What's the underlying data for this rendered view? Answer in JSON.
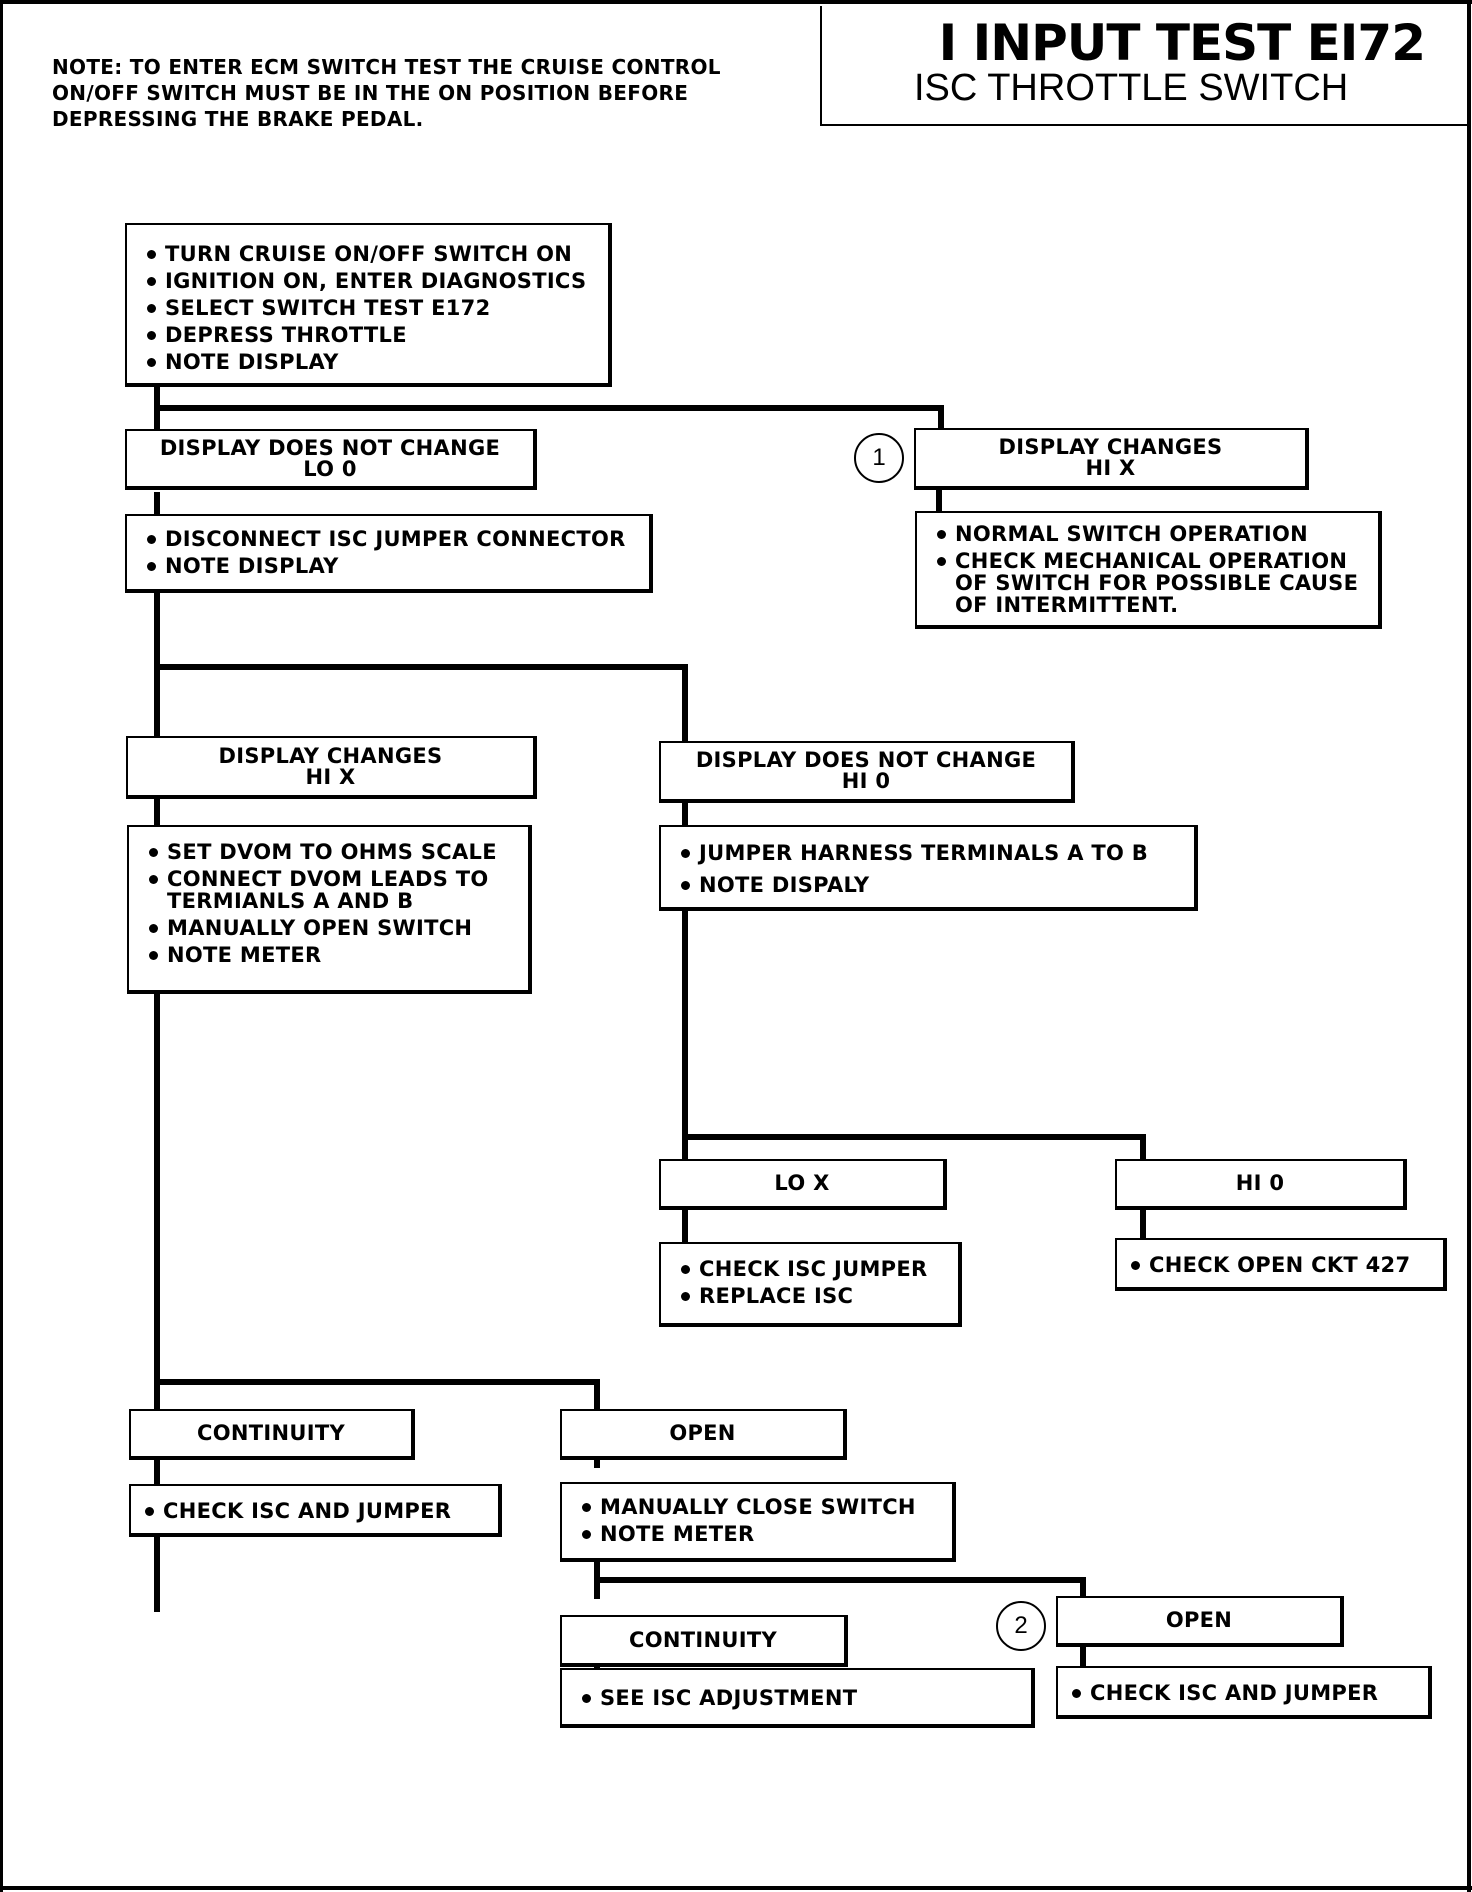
{
  "note": "NOTE: TO ENTER ECM SWITCH TEST THE CRUISE CONTROL ON/OFF SWITCH MUST BE IN THE ON POSITION BEFORE DEPRESSING THE BRAKE PEDAL.",
  "title": {
    "main": "I INPUT TEST EI72",
    "sub": "ISC THROTTLE SWITCH"
  },
  "start": {
    "steps": [
      "TURN CRUISE ON/OFF SWITCH ON",
      "IGNITION ON, ENTER DIAGNOSTICS",
      "SELECT SWITCH TEST E172",
      "DEPRESS THROTTLE",
      "NOTE DISPLAY"
    ]
  },
  "branch_a": {
    "result": [
      "DISPLAY DOES NOT CHANGE",
      "LO 0"
    ],
    "steps": [
      "DISCONNECT ISC JUMPER CONNECTOR",
      "NOTE DISPLAY"
    ]
  },
  "branch_b": {
    "marker": "1",
    "result": [
      "DISPLAY CHANGES",
      "HI X"
    ],
    "steps": [
      "NORMAL SWITCH OPERATION",
      "CHECK MECHANICAL OPERATION OF SWITCH  FOR POSSIBLE CAUSE OF INTERMITTENT."
    ]
  },
  "branch_c": {
    "result": [
      "DISPLAY CHANGES",
      "HI X"
    ],
    "steps": [
      "SET DVOM TO OHMS SCALE",
      "CONNECT DVOM LEADS TO TERMIANLS A AND B",
      "MANUALLY OPEN SWITCH",
      "NOTE METER"
    ]
  },
  "branch_d": {
    "result": [
      "DISPLAY DOES NOT CHANGE",
      "HI 0"
    ],
    "steps": [
      "JUMPER HARNESS TERMINALS A TO B",
      "NOTE DISPALY"
    ]
  },
  "branch_e": {
    "result": "LO X",
    "steps": [
      "CHECK ISC JUMPER",
      "REPLACE ISC"
    ]
  },
  "branch_f": {
    "result": "HI 0",
    "steps": [
      "CHECK OPEN CKT 427"
    ]
  },
  "branch_g": {
    "result": "CONTINUITY",
    "steps": [
      "CHECK ISC AND JUMPER"
    ]
  },
  "branch_h": {
    "result": "OPEN",
    "steps": [
      "MANUALLY CLOSE SWITCH",
      "NOTE METER"
    ]
  },
  "branch_i": {
    "result": "CONTINUITY",
    "steps": [
      "SEE  ISC ADJUSTMENT"
    ]
  },
  "branch_j": {
    "marker": "2",
    "result": "OPEN",
    "steps": [
      "CHECK ISC AND JUMPER"
    ]
  }
}
